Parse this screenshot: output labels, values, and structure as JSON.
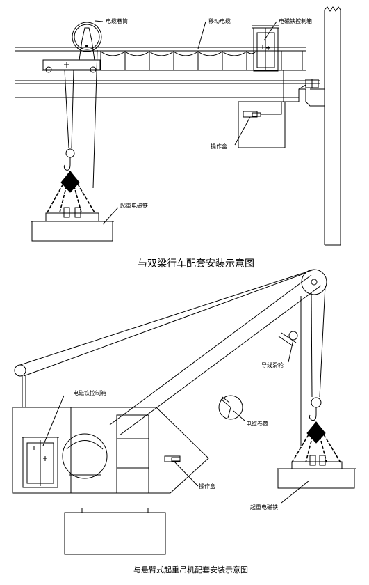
{
  "diagram1": {
    "caption": "与双梁行车配套安装示意图",
    "labels": {
      "cable_reel": "电缆卷筒",
      "mobile_cable": "移动电缆",
      "magnet_control_cabinet": "电磁铁控制箱",
      "operation_box": "操作盒",
      "lifting_magnet": "起重电磁铁"
    }
  },
  "diagram2": {
    "caption": "与悬臂式起重吊机配套安装示意图",
    "labels": {
      "magnet_control_cabinet": "电磁铁控制箱",
      "guide_pulley": "导线滑轮",
      "cable_reel": "电缆卷筒",
      "operation_box": "操作盒",
      "lifting_magnet": "起重电磁铁"
    }
  }
}
